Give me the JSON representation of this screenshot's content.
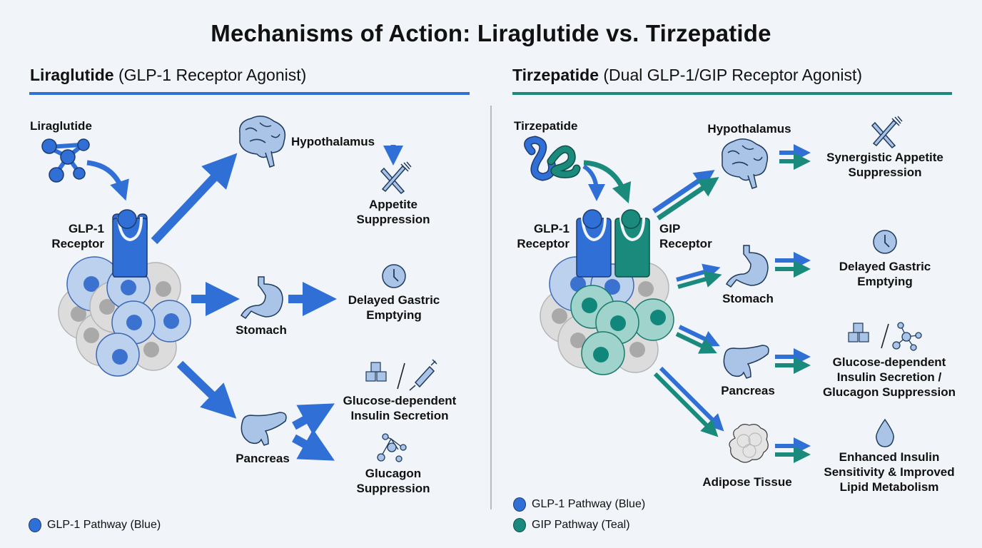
{
  "title": "Mechanisms of Action: Liraglutide vs. Tirzepatide",
  "colors": {
    "background": "#f1f4f8",
    "glp1_blue": "#2f6fd6",
    "gip_teal": "#1a8a7c",
    "icon_fill": "#a9c4e6",
    "icon_stroke": "#1e3a5e",
    "cell_gray": "#dcdcdc",
    "divider": "#b8bcc2"
  },
  "left": {
    "heading_bold": "Liraglutide",
    "heading_rest": " (GLP-1 Receptor Agonist)",
    "drug_label": "Liraglutide",
    "receptor_label_1": "GLP-1",
    "receptor_label_2": "Receptor",
    "targets": {
      "hypothalamus": "Hypothalamus",
      "stomach": "Stomach",
      "pancreas": "Pancreas"
    },
    "effects": {
      "appetite_1": "Appetite",
      "appetite_2": "Suppression",
      "gastric_1": "Delayed Gastric",
      "gastric_2": "Emptying",
      "insulin_1": "Glucose-dependent",
      "insulin_2": "Insulin Secretion",
      "glucagon_1": "Glucagon",
      "glucagon_2": "Suppression"
    },
    "legend": [
      {
        "label": "GLP-1 Pathway (Blue)",
        "color": "#2f6fd6"
      }
    ]
  },
  "right": {
    "heading_bold": "Tirzepatide",
    "heading_rest": " (Dual GLP-1/GIP Receptor Agonist)",
    "drug_label": "Tirzepatide",
    "glp1_receptor_1": "GLP-1",
    "glp1_receptor_2": "Receptor",
    "gip_receptor_1": "GIP",
    "gip_receptor_2": "Receptor",
    "targets": {
      "hypothalamus": "Hypothalamus",
      "stomach": "Stomach",
      "pancreas": "Pancreas",
      "adipose": "Adipose Tissue"
    },
    "effects": {
      "appetite_1": "Synergistic Appetite",
      "appetite_2": "Suppression",
      "gastric_1": "Delayed Gastric",
      "gastric_2": "Emptying",
      "insulin_1": "Glucose-dependent",
      "insulin_2": "Insulin Secretion /",
      "insulin_3": "Glucagon Suppression",
      "lipid_1": "Enhanced Insulin",
      "lipid_2": "Sensitivity & Improved",
      "lipid_3": "Lipid Metabolism"
    },
    "legend": [
      {
        "label": "GLP-1 Pathway (Blue)",
        "color": "#2f6fd6"
      },
      {
        "label": "GIP Pathway (Teal)",
        "color": "#1a8a7c"
      }
    ]
  }
}
